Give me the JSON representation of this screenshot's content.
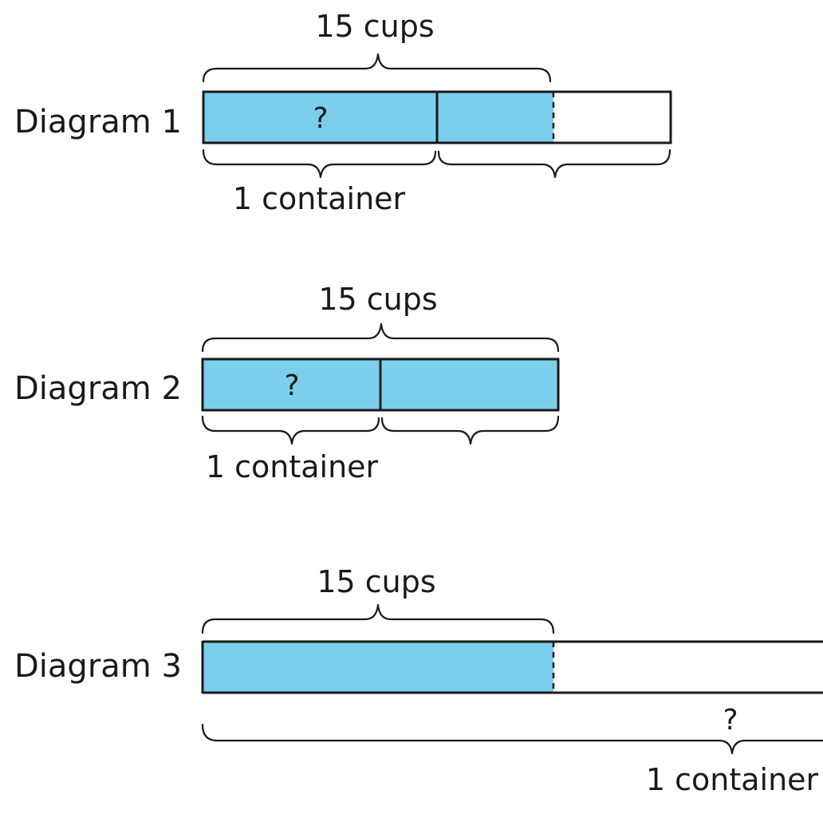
{
  "colors": {
    "fill": "#7ccfec",
    "empty": "#ffffff",
    "ink": "#1a1a1a"
  },
  "diagrams": [
    {
      "label": "Diagram 1",
      "top_label": "15 cups",
      "question": "?",
      "bottom_label": "1 container"
    },
    {
      "label": "Diagram 2",
      "top_label": "15 cups",
      "question": "?",
      "bottom_label": "1 container"
    },
    {
      "label": "Diagram 3",
      "top_label": "15 cups",
      "question": "?",
      "bottom_label": "1 container"
    }
  ]
}
